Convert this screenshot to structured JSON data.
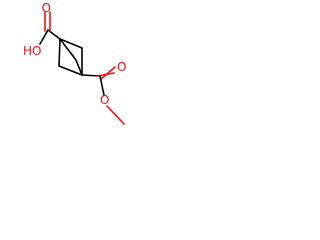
{
  "molecule": {
    "atoms": {
      "o_carbonyl_top": "O",
      "o_hydroxyl": "HO",
      "o_carbonyl_bottom": "O",
      "o_ester": "O"
    },
    "colors": {
      "bond": "#000000",
      "oxygen": "#ff0d0d"
    }
  }
}
